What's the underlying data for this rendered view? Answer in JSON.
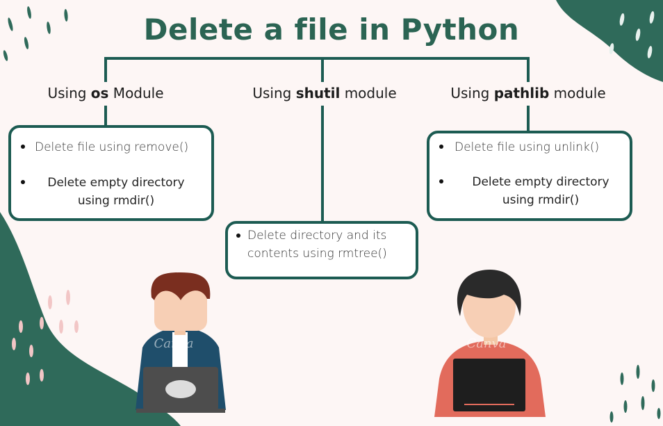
{
  "title": "Delete a file in Python",
  "modules": [
    {
      "prefix": "Using ",
      "name": "os",
      "suffix": " Module",
      "items": [
        "Delete file using remove()",
        "Delete empty directory using rmdir()"
      ]
    },
    {
      "prefix": "Using ",
      "name": "shutil",
      "suffix": " module",
      "items": [
        "Delete directory and its contents using rmtree()"
      ]
    },
    {
      "prefix": "Using ",
      "name": "pathlib",
      "suffix": " module",
      "items": [
        "Delete file using unlink()",
        "Delete empty directory using rmdir()"
      ]
    }
  ],
  "watermark": "Canva",
  "colors": {
    "primary": "#1c5b52",
    "dark_green": "#2b6453",
    "background": "#fdf6f5",
    "accent_pink": "#f2c6c6",
    "shirt_red": "#e26b5c",
    "jacket_blue": "#1f4e6b"
  }
}
